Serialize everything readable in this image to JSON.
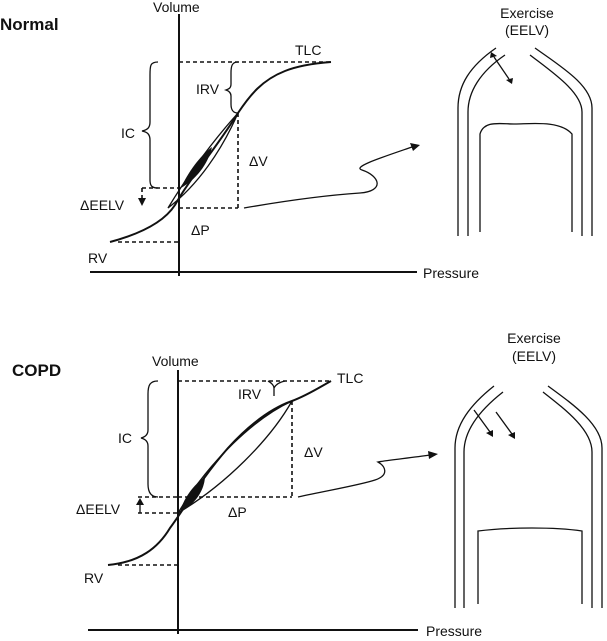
{
  "panels": [
    {
      "title": "Normal",
      "labels": {
        "y_axis": "Volume",
        "x_axis": "Pressure",
        "tlc": "TLC",
        "irv": "IRV",
        "ic": "IC",
        "delta_v": "ΔV",
        "delta_eelv": "ΔEELV",
        "delta_p": "ΔP",
        "rv": "RV",
        "exercise_line1": "Exercise",
        "exercise_line2": "(EELV)"
      }
    },
    {
      "title": "COPD",
      "labels": {
        "y_axis": "Volume",
        "x_axis": "Pressure",
        "tlc": "TLC",
        "irv": "IRV",
        "ic": "IC",
        "delta_v": "ΔV",
        "delta_eelv": "ΔEELV",
        "delta_p": "ΔP",
        "rv": "RV",
        "exercise_line1": "Exercise",
        "exercise_line2": "(EELV)"
      }
    }
  ]
}
